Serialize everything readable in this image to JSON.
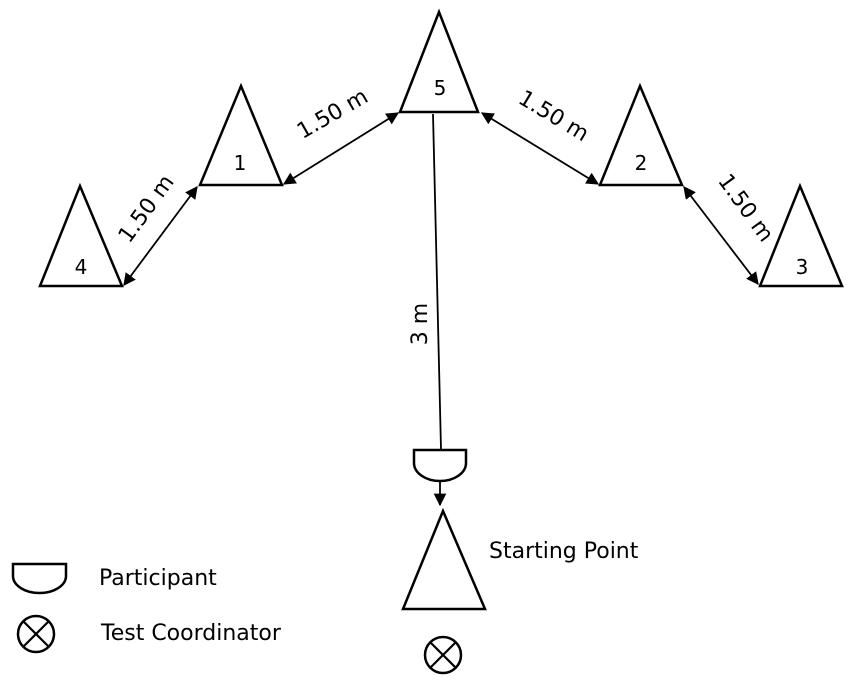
{
  "cones": [
    {
      "label": "1"
    },
    {
      "label": "2"
    },
    {
      "label": "3"
    },
    {
      "label": "4"
    },
    {
      "label": "5"
    }
  ],
  "distances": {
    "cone4_to_cone1": "1.50 m",
    "cone1_to_cone5": "1.50 m",
    "cone5_to_cone2": "1.50 m",
    "cone2_to_cone3": "1.50 m",
    "cone5_to_participant": "3 m"
  },
  "starting_point_label": "Starting Point",
  "legend": {
    "participant": {
      "label": "Participant",
      "icon": "participant-icon"
    },
    "coordinator": {
      "label": "Test Coordinator",
      "icon": "coordinator-icon"
    }
  }
}
